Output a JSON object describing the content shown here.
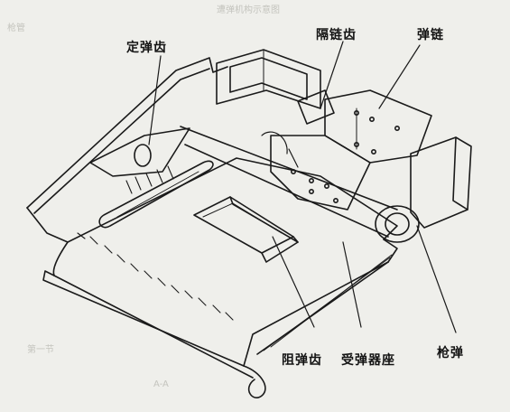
{
  "labels": {
    "fixed_tooth": "定弹齿",
    "separator_tooth": "隔链齿",
    "belt": "弹链",
    "stop_tooth": "阻弹齿",
    "feed_seat": "受弹器座",
    "cartridge": "枪弹"
  },
  "bleed_text": {
    "top_center": "遭弹机构示意图",
    "top_left": "枪管",
    "bottom_left": "第一节",
    "bottom_mid": "A-A"
  },
  "colors": {
    "ink": "#1a1a1a",
    "paper": "#efefeb",
    "bleed": "#c4c4be"
  }
}
